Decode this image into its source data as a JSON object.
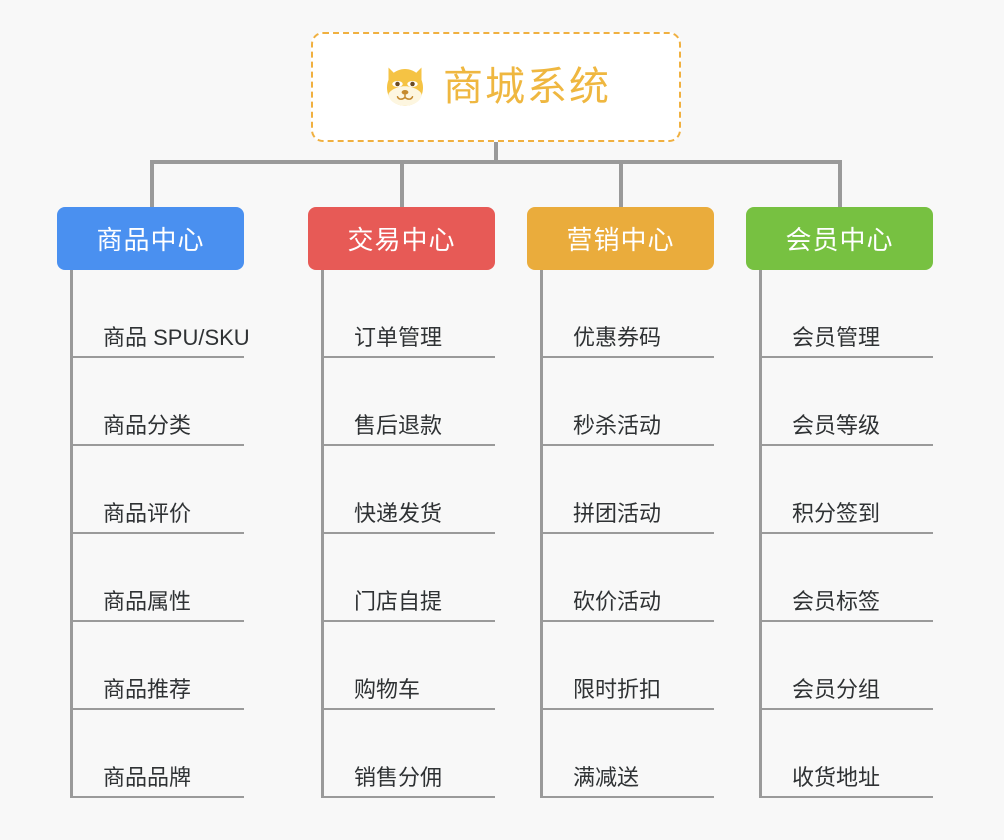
{
  "diagram": {
    "title": "商城系统",
    "root": {
      "label": "商城系统",
      "icon": "shiba-dog-icon",
      "text_color": "#efb740",
      "border_color": "#f0b040",
      "background": "#ffffff"
    },
    "background_color": "#f8f8f8",
    "connector_color": "#9a9a9a",
    "branches": [
      {
        "label": "商品中心",
        "color": "#4a90f0",
        "items": [
          "商品 SPU/SKU",
          "商品分类",
          "商品评价",
          "商品属性",
          "商品推荐",
          "商品品牌"
        ]
      },
      {
        "label": "交易中心",
        "color": "#e75a56",
        "items": [
          "订单管理",
          "售后退款",
          "快递发货",
          "门店自提",
          "购物车",
          "销售分佣"
        ]
      },
      {
        "label": "营销中心",
        "color": "#eaac3c",
        "items": [
          "优惠券码",
          "秒杀活动",
          "拼团活动",
          "砍价活动",
          "限时折扣",
          "满减送"
        ]
      },
      {
        "label": "会员中心",
        "color": "#77c141",
        "items": [
          "会员管理",
          "会员等级",
          "积分签到",
          "会员标签",
          "会员分组",
          "收货地址"
        ]
      }
    ]
  }
}
